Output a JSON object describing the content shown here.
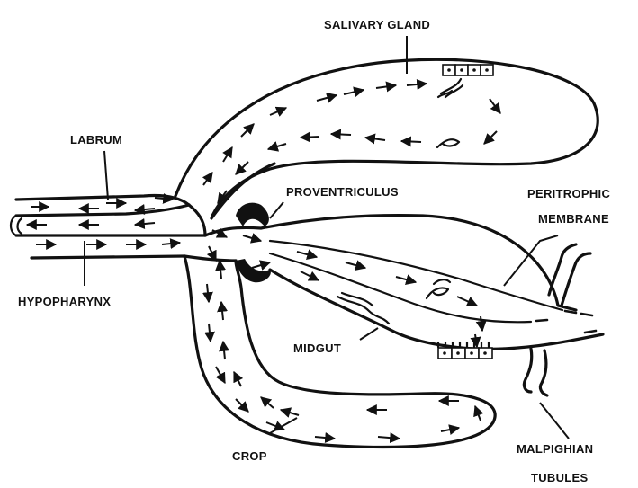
{
  "labels": {
    "salivary_gland": "SALIVARY GLAND",
    "labrum": "LABRUM",
    "proventriculus": "PROVENTRICULUS",
    "peritrophic": "PERITROPHIC",
    "membrane": "MEMBRANE",
    "hypopharynx": "HYPOPHARYNX",
    "midgut": "MIDGUT",
    "crop": "CROP",
    "malpighian": "MALPIGHIAN",
    "tubules": "TUBULES"
  },
  "colors": {
    "ink": "#111111",
    "background": "#ffffff"
  }
}
